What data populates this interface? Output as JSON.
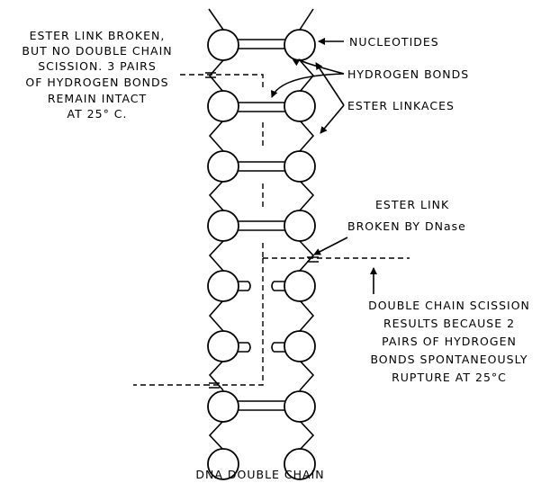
{
  "labels": {
    "left_annotation": [
      "ESTER LINK BROKEN,",
      "BUT NO DOUBLE CHAIN",
      "SCISSION. 3 PAIRS",
      "OF HYDROGEN BONDS",
      "REMAIN INTACT",
      "AT 25° C."
    ],
    "nucleotides": "NUCLEOTIDES",
    "hydrogen_bonds": "HYDROGEN BONDS",
    "ester_linkages": "ESTER LINKACES",
    "ester_link_dnase": [
      "ESTER LINK",
      "BROKEN BY DNase"
    ],
    "double_chain_scission": [
      "DOUBLE CHAIN SCISSION",
      "RESULTS BECAUSE 2",
      "PAIRS OF HYDROGEN",
      "BONDS SPONTANEOUSLY",
      "RUPTURE AT 25°C"
    ],
    "caption": "DNA DOUBLE CHAIN"
  }
}
